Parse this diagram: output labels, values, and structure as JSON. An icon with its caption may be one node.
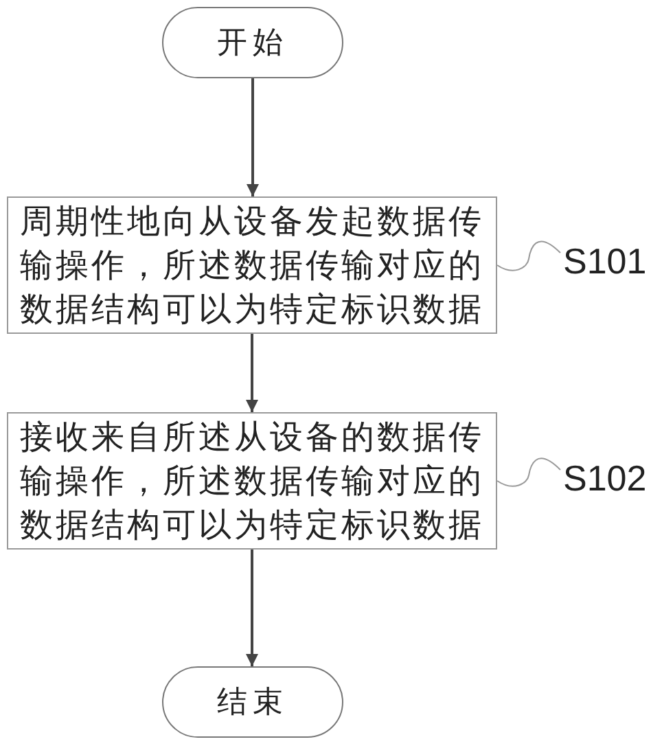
{
  "diagram": {
    "nodes": [
      {
        "text": [
          "开始"
        ]
      },
      {
        "text": [
          "周期性地向从设备发起数据传输操作，所述数据传输对应的数据结构可以为特定标识数据"
        ]
      },
      {
        "text": [
          "接收来自所述从设备的数据传输操作，所述数据传输对应的数据结构可以为特定标识数据"
        ]
      },
      {
        "text": [
          "结束"
        ]
      },
      {
        "text": [
          "S101"
        ]
      },
      {
        "text": [
          "S102"
        ]
      }
    ],
    "edges": [
      {
        "from": 0,
        "to": 1,
        "arrow": "to"
      },
      {
        "from": 1,
        "to": 2,
        "arrow": "to"
      },
      {
        "from": 2,
        "to": 3,
        "arrow": "to"
      },
      {
        "from": 4,
        "to": 1,
        "arrow": "none"
      },
      {
        "from": 5,
        "to": 2,
        "arrow": "none"
      }
    ]
  }
}
